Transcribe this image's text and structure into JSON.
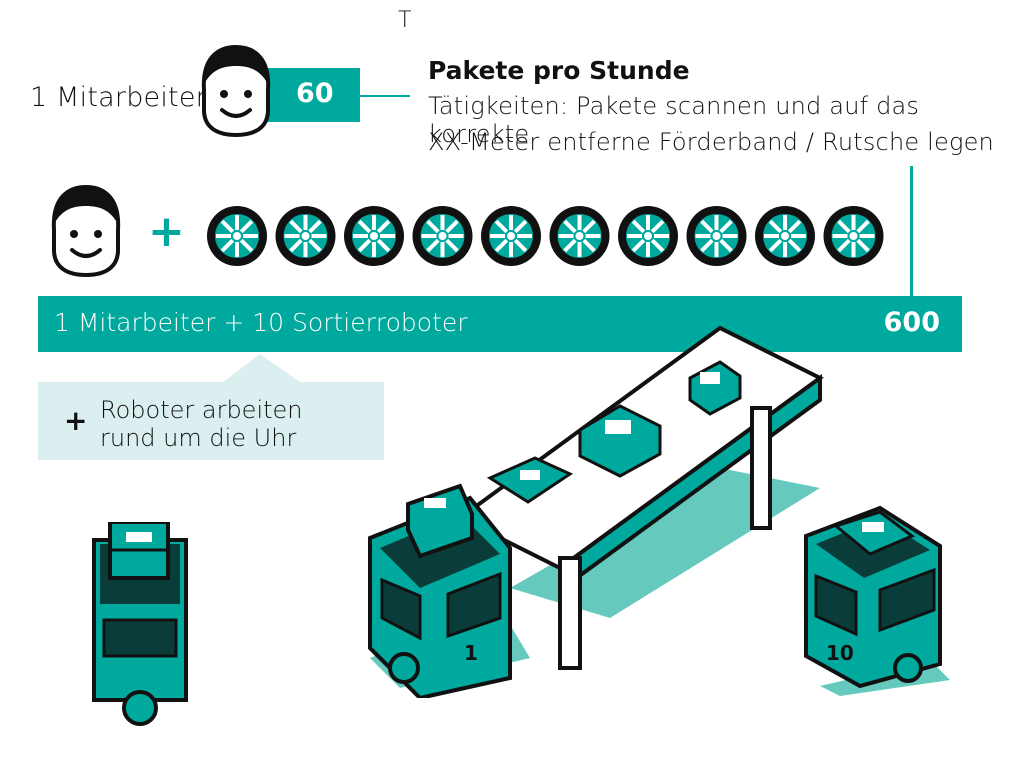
{
  "top_marker": "T",
  "worker_row": {
    "label": "1 Mitarbeiter",
    "rate": "60"
  },
  "info": {
    "title": "Pakete pro Stunde",
    "line1": "Tätigkeiten: Pakete scannen und auf das korrekte",
    "line2": "XX-Meter entferne Förderband / Rutsche legen"
  },
  "combo_row": {
    "plus": "+",
    "robot_count": 10
  },
  "bar": {
    "label": "1 Mitarbeiter + 10 Sortierroboter",
    "value": "600"
  },
  "note": {
    "plus": "+",
    "line1": "Roboter arbeiten",
    "line2": "rund um die Uhr"
  },
  "robots": {
    "first_number": "1",
    "last_number": "10"
  },
  "colors": {
    "teal": "#00a99d",
    "light_teal": "#66c9be",
    "dark": "#111111",
    "note_bg": "#dceff0"
  }
}
